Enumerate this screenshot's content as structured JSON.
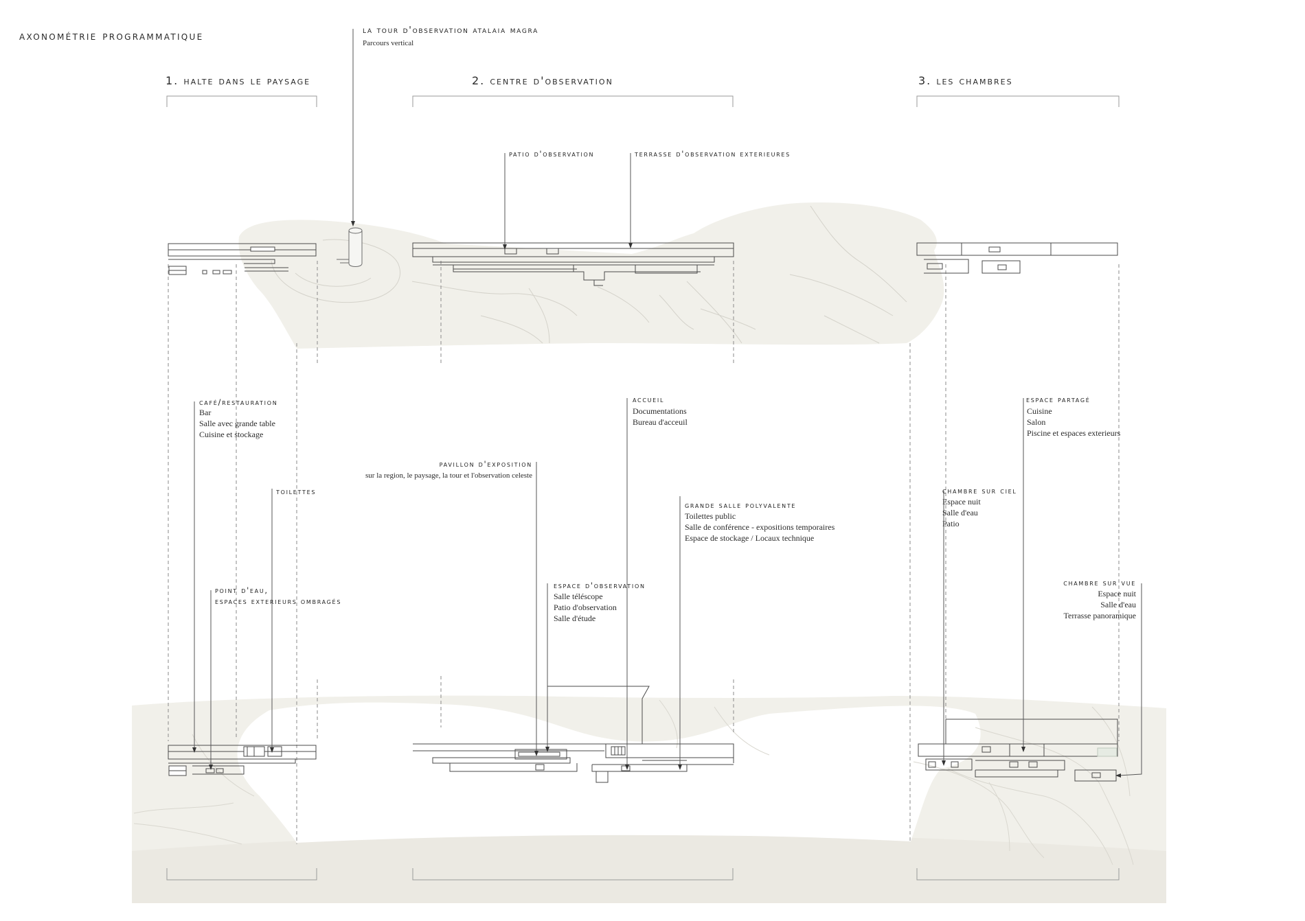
{
  "title": "AXONOMÉTRIE PROGRAMMATIQUE",
  "sections": [
    "1. HALTE DANS LE PAYSAGE",
    "2. CENTRE D'OBSERVATION",
    "3. LES CHAMBRES"
  ],
  "tower": {
    "heading": "LA TOUR D'OBSERVATION ATALAIA MAGRA",
    "sub": "Parcours vertical"
  },
  "top_labels": {
    "patio": "PATIO D'OBSERVATION",
    "terrasse": "TERRASSE D'OBSERVATION EXTERIEURES"
  },
  "cafe": {
    "heading": "CAFÉ/RESTAURATION",
    "items": [
      "Bar",
      " Salle avec grande table",
      "Cuisine et stockage"
    ]
  },
  "toilettes": {
    "heading": "TOILETTES"
  },
  "point_eau": {
    "heading1": "POINT D'EAU,",
    "heading2": "ESPACES EXTERIEURS OMBRAGÉS"
  },
  "pavillon": {
    "heading": "PAVILLON D'EXPOSITION",
    "sub": "sur la region, le paysage, la tour et l'observation celeste"
  },
  "accueil": {
    "heading": "ACCUEIL",
    "items": [
      "Documentations",
      "Bureau d'acceuil"
    ]
  },
  "grande_salle": {
    "heading": "GRANDE SALLE POLYVALENTE",
    "items": [
      "Toilettes public",
      "Salle de conférence - expositions temporaires",
      "Espace de stockage / Locaux technique"
    ]
  },
  "espace_obs": {
    "heading": "ESPACE D'OBSERVATION",
    "items": [
      "Salle téléscope",
      "Patio d'observation",
      "Salle d'étude"
    ]
  },
  "espace_partage": {
    "heading": "ESPACE PARTAGÉ",
    "items": [
      "Cuisine",
      "Salon",
      "Piscine et espaces exterieurs"
    ]
  },
  "chambre_ciel": {
    "heading": "CHAMBRE SUR CIEL",
    "items": [
      "Espace nuit",
      "Salle d'eau",
      "Patio"
    ]
  },
  "chambre_vue": {
    "heading": "CHAMBRE SUR VUE",
    "items": [
      "Espace nuit",
      "Salle d'eau",
      "Terrasse panoramique"
    ]
  },
  "colors": {
    "terrain": "#f1f0ea",
    "line": "#4a4a4a",
    "guide": "#8a8a8a"
  }
}
